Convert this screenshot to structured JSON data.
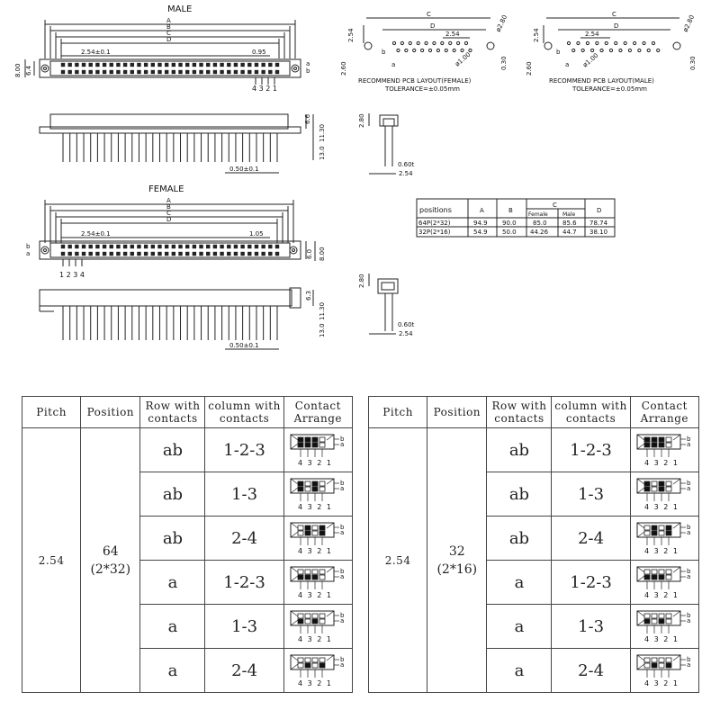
{
  "drawings": {
    "male": {
      "title": "MALE",
      "dim_letters": [
        "A",
        "B",
        "C",
        "D"
      ],
      "pitch_label": "2.54±0.1",
      "end_label": "0.95",
      "height_labels": [
        "8.00",
        "6.4"
      ],
      "row_labels": [
        "a",
        "b"
      ],
      "pin_numbers": "4 3 2 1",
      "side_labels": [
        "6.6",
        "11.30",
        "13.0"
      ],
      "pin_width": "0.50±0.1"
    },
    "female": {
      "title": "FEMALE",
      "dim_letters": [
        "A",
        "B",
        "C",
        "D"
      ],
      "pitch_label": "2.54±0.1",
      "end_label": "1.05",
      "height_labels": [
        "6.0",
        "8.00"
      ],
      "row_labels": [
        "b",
        "a"
      ],
      "pin_numbers": "1 2 3 4",
      "side_labels": [
        "6.3",
        "11.30",
        "13.0"
      ],
      "pin_width": "0.50±0.1"
    },
    "side_views": {
      "top": {
        "height": "2.80",
        "thickness": "0.60t",
        "pitch": "2.54"
      },
      "bottom": {
        "height": "2.80",
        "thickness": "0.60t",
        "pitch": "2.54"
      }
    },
    "pcb_female": {
      "letters": [
        "C",
        "D"
      ],
      "pitch": "2.54",
      "hole": "ø2.80",
      "pad": "ø1.00",
      "left_dims": [
        "2.54",
        "2.60"
      ],
      "right_dim": "0.30",
      "row_labels": [
        "b",
        "a"
      ],
      "caption": "RECOMMEND PCB LAYOUT(FEMALE)",
      "tolerance": "TOLERANCE=±0.05mm"
    },
    "pcb_male": {
      "letters": [
        "C",
        "D"
      ],
      "pitch": "2.54",
      "hole": "ø2.80",
      "pad": "ø1.00",
      "left_dims": [
        "2.54",
        "2.60"
      ],
      "right_dim": "0.30",
      "row_labels": [
        "b",
        "a"
      ],
      "caption": "RECOMMEND PCB LAYOUT(MALE)",
      "tolerance": "TOLERANCE=±0.05mm"
    },
    "dimension_table": {
      "headers": [
        "positions",
        "A",
        "B",
        "C",
        "D"
      ],
      "subheaders": [
        "Female",
        "Male"
      ],
      "rows": [
        [
          "64P(2*32)",
          "94.9",
          "90.0",
          "85.0",
          "85.6",
          "78.74"
        ],
        [
          "32P(2*16)",
          "54.9",
          "50.0",
          "44.26",
          "44.7",
          "38.10"
        ]
      ]
    }
  },
  "tables": [
    {
      "headers": [
        "Pitch",
        "Position",
        "Row with contacts",
        "column with contacts",
        "Contact Arrange"
      ],
      "pitch": "2.54",
      "position_main": "64",
      "position_sub": "(2*32)",
      "rows": [
        {
          "row": "ab",
          "cols": "1-2-3",
          "pattern": [
            [
              1,
              1,
              1,
              0
            ],
            [
              1,
              1,
              1,
              0
            ]
          ]
        },
        {
          "row": "ab",
          "cols": "1-3",
          "pattern": [
            [
              1,
              0,
              1,
              0
            ],
            [
              1,
              0,
              1,
              0
            ]
          ]
        },
        {
          "row": "ab",
          "cols": "2-4",
          "pattern": [
            [
              0,
              1,
              0,
              1
            ],
            [
              0,
              1,
              0,
              1
            ]
          ]
        },
        {
          "row": "a",
          "cols": "1-2-3",
          "pattern": [
            [
              0,
              0,
              0,
              0
            ],
            [
              1,
              1,
              1,
              0
            ]
          ]
        },
        {
          "row": "a",
          "cols": "1-3",
          "pattern": [
            [
              0,
              0,
              0,
              0
            ],
            [
              1,
              0,
              1,
              0
            ]
          ]
        },
        {
          "row": "a",
          "cols": "2-4",
          "pattern": [
            [
              0,
              0,
              0,
              0
            ],
            [
              0,
              1,
              0,
              1
            ]
          ]
        }
      ]
    },
    {
      "headers": [
        "Pitch",
        "Position",
        "Row with contacts",
        "column with contacts",
        "Contact Arrange"
      ],
      "pitch": "2.54",
      "position_main": "32",
      "position_sub": "(2*16)",
      "rows": [
        {
          "row": "ab",
          "cols": "1-2-3",
          "pattern": [
            [
              1,
              1,
              1,
              0
            ],
            [
              1,
              1,
              1,
              0
            ]
          ]
        },
        {
          "row": "ab",
          "cols": "1-3",
          "pattern": [
            [
              1,
              0,
              1,
              0
            ],
            [
              1,
              0,
              1,
              0
            ]
          ]
        },
        {
          "row": "ab",
          "cols": "2-4",
          "pattern": [
            [
              0,
              1,
              0,
              1
            ],
            [
              0,
              1,
              0,
              1
            ]
          ]
        },
        {
          "row": "a",
          "cols": "1-2-3",
          "pattern": [
            [
              0,
              0,
              0,
              0
            ],
            [
              1,
              1,
              1,
              0
            ]
          ]
        },
        {
          "row": "a",
          "cols": "1-3",
          "pattern": [
            [
              0,
              0,
              0,
              0
            ],
            [
              1,
              0,
              1,
              0
            ]
          ]
        },
        {
          "row": "a",
          "cols": "2-4",
          "pattern": [
            [
              0,
              0,
              0,
              0
            ],
            [
              0,
              1,
              0,
              1
            ]
          ]
        }
      ]
    }
  ],
  "arrange_labels": {
    "rows": [
      "b",
      "a"
    ],
    "cols": "4 3 2 1"
  }
}
